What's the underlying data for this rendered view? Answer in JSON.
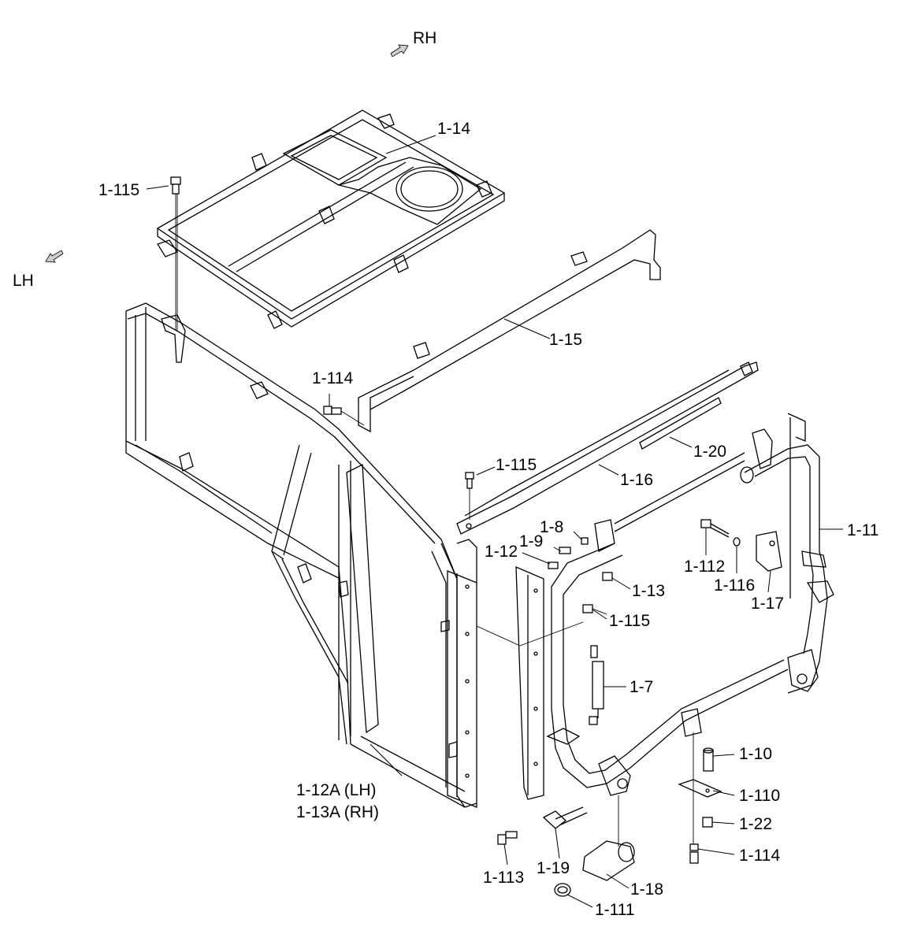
{
  "orientation": {
    "rh": "RH",
    "lh": "LH"
  },
  "callouts": [
    {
      "id": "c1",
      "text": "1-14"
    },
    {
      "id": "c2",
      "text": "1-115"
    },
    {
      "id": "c3",
      "text": "1-15"
    },
    {
      "id": "c4",
      "text": "1-114"
    },
    {
      "id": "c5",
      "text": "1-20"
    },
    {
      "id": "c6",
      "text": "1-115"
    },
    {
      "id": "c7",
      "text": "1-16"
    },
    {
      "id": "c8",
      "text": "1-11"
    },
    {
      "id": "c9",
      "text": "1-8"
    },
    {
      "id": "c10",
      "text": "1-9"
    },
    {
      "id": "c11",
      "text": "1-12"
    },
    {
      "id": "c12",
      "text": "1-112"
    },
    {
      "id": "c13",
      "text": "1-13"
    },
    {
      "id": "c14",
      "text": "1-116"
    },
    {
      "id": "c15",
      "text": "1-17"
    },
    {
      "id": "c16",
      "text": "1-115"
    },
    {
      "id": "c17",
      "text": "1-7"
    },
    {
      "id": "c18",
      "text": "1-10"
    },
    {
      "id": "c19",
      "text": "1-110"
    },
    {
      "id": "c20",
      "text": "1-12A (LH)"
    },
    {
      "id": "c21",
      "text": "1-13A (RH)"
    },
    {
      "id": "c22",
      "text": "1-22"
    },
    {
      "id": "c23",
      "text": "1-114"
    },
    {
      "id": "c24",
      "text": "1-113"
    },
    {
      "id": "c25",
      "text": "1-19"
    },
    {
      "id": "c26",
      "text": "1-18"
    },
    {
      "id": "c27",
      "text": "1-111"
    }
  ]
}
